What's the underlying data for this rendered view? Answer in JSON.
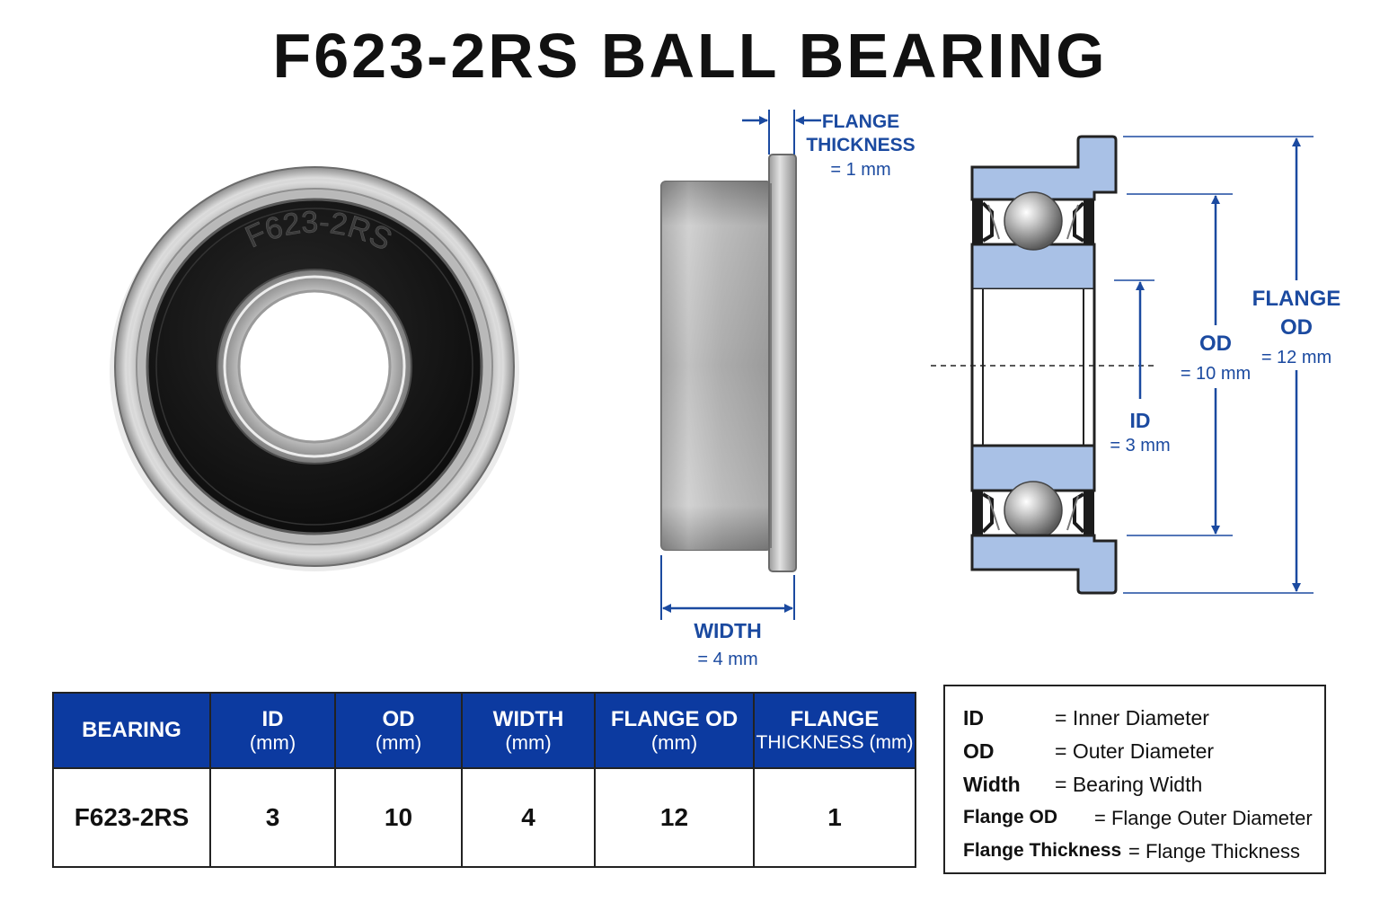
{
  "title": "F623-2RS BALL BEARING",
  "photo": {
    "engraving": "F623-2RS"
  },
  "dimensions": {
    "flange_thickness": {
      "label_line1": "FLANGE",
      "label_line2": "THICKNESS",
      "value": "= 1 mm"
    },
    "width": {
      "label": "WIDTH",
      "value": "= 4 mm"
    },
    "flange_od": {
      "label_line1": "FLANGE",
      "label_line2": "OD",
      "value": "= 12 mm"
    },
    "od": {
      "label": "OD",
      "value": "= 10 mm"
    },
    "id": {
      "label": "ID",
      "value": "= 3 mm"
    }
  },
  "colors": {
    "accent_blue": "#1b4aa0",
    "header_blue": "#0c3aa0",
    "section_fill": "#a9c1e6",
    "seal_black": "#1b1b1b"
  },
  "table": {
    "headers": [
      {
        "main": "BEARING",
        "sub": ""
      },
      {
        "main": "ID",
        "sub": "(mm)"
      },
      {
        "main": "OD",
        "sub": "(mm)"
      },
      {
        "main": "WIDTH",
        "sub": "(mm)"
      },
      {
        "main": "FLANGE OD",
        "sub": "(mm)"
      },
      {
        "main": "FLANGE",
        "sub": "THICKNESS (mm)"
      }
    ],
    "row": [
      "F623-2RS",
      "3",
      "10",
      "4",
      "12",
      "1"
    ]
  },
  "legend": [
    {
      "term": "ID",
      "def": "= Inner Diameter"
    },
    {
      "term": "OD",
      "def": "= Outer Diameter"
    },
    {
      "term": "Width",
      "def": "= Bearing Width"
    },
    {
      "term": "Flange OD",
      "def": "= Flange Outer Diameter"
    },
    {
      "term": "Flange Thickness",
      "def": "= Flange Thickness"
    }
  ]
}
